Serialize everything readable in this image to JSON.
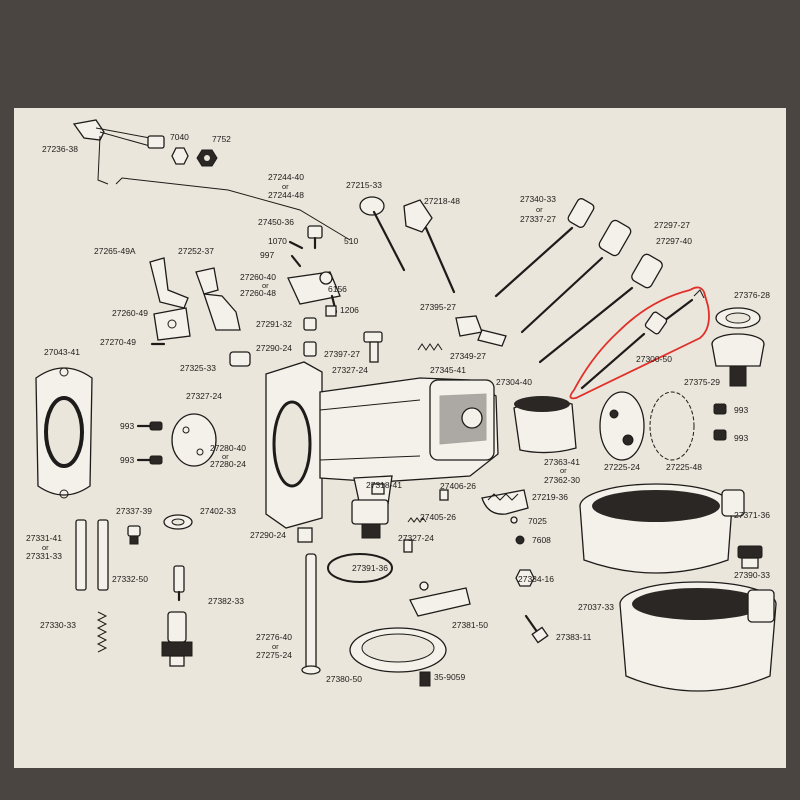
{
  "colors": {
    "paper": "#ebe6dc",
    "ink": "#1e1c1a",
    "highlight": "#e0302a",
    "surround": "#4a4540"
  },
  "labels": [
    {
      "id": "27236-38",
      "text": "27236-38"
    },
    {
      "id": "7040",
      "text": "7040"
    },
    {
      "id": "7752",
      "text": "7752"
    },
    {
      "id": "27244-40",
      "text": "27244-40"
    },
    {
      "id": "27244-48",
      "text": "27244-48"
    },
    {
      "id": "27215-33",
      "text": "27215-33"
    },
    {
      "id": "27218-48",
      "text": "27218-48"
    },
    {
      "id": "27340-33",
      "text": "27340-33"
    },
    {
      "id": "27337-27",
      "text": "27337-27"
    },
    {
      "id": "27297-27",
      "text": "27297-27"
    },
    {
      "id": "27297-40",
      "text": "27297-40"
    },
    {
      "id": "27450-36",
      "text": "27450-36"
    },
    {
      "id": "1070",
      "text": "1070"
    },
    {
      "id": "510",
      "text": "510"
    },
    {
      "id": "997",
      "text": "997"
    },
    {
      "id": "27265-49A",
      "text": "27265-49A"
    },
    {
      "id": "27252-37",
      "text": "27252-37"
    },
    {
      "id": "27260-40",
      "text": "27260-40"
    },
    {
      "id": "27260-48",
      "text": "27260-48"
    },
    {
      "id": "6156",
      "text": "6156"
    },
    {
      "id": "27376-28",
      "text": "27376-28"
    },
    {
      "id": "27395-27",
      "text": "27395-27"
    },
    {
      "id": "1206",
      "text": "1206"
    },
    {
      "id": "27260-49",
      "text": "27260-49"
    },
    {
      "id": "27291-32",
      "text": "27291-32"
    },
    {
      "id": "27270-49",
      "text": "27270-49"
    },
    {
      "id": "27290-24a",
      "text": "27290-24"
    },
    {
      "id": "27397-27",
      "text": "27397-27"
    },
    {
      "id": "27349-27",
      "text": "27349-27"
    },
    {
      "id": "27300-50",
      "text": "27300-50"
    },
    {
      "id": "27043-41",
      "text": "27043-41"
    },
    {
      "id": "27325-33",
      "text": "27325-33"
    },
    {
      "id": "27327-24a",
      "text": "27327-24"
    },
    {
      "id": "27345-41",
      "text": "27345-41"
    },
    {
      "id": "27304-40",
      "text": "27304-40"
    },
    {
      "id": "27375-29",
      "text": "27375-29"
    },
    {
      "id": "27327-24b",
      "text": "27327-24"
    },
    {
      "id": "993a",
      "text": "993"
    },
    {
      "id": "993b",
      "text": "993"
    },
    {
      "id": "993c",
      "text": "993"
    },
    {
      "id": "993d",
      "text": "993"
    },
    {
      "id": "27280-40",
      "text": "27280-40"
    },
    {
      "id": "27280-24",
      "text": "27280-24"
    },
    {
      "id": "27363-41",
      "text": "27363-41"
    },
    {
      "id": "27362-30",
      "text": "27362-30"
    },
    {
      "id": "27225-24",
      "text": "27225-24"
    },
    {
      "id": "27225-48",
      "text": "27225-48"
    },
    {
      "id": "27318-41",
      "text": "27318-41"
    },
    {
      "id": "27406-26",
      "text": "27406-26"
    },
    {
      "id": "27219-36",
      "text": "27219-36"
    },
    {
      "id": "27337-39",
      "text": "27337-39"
    },
    {
      "id": "27402-33",
      "text": "27402-33"
    },
    {
      "id": "27405-26",
      "text": "27405-26"
    },
    {
      "id": "27371-36",
      "text": "27371-36"
    },
    {
      "id": "7025",
      "text": "7025"
    },
    {
      "id": "27331-41",
      "text": "27331-41"
    },
    {
      "id": "27331-33",
      "text": "27331-33"
    },
    {
      "id": "27290-24b",
      "text": "27290-24"
    },
    {
      "id": "27327-24c",
      "text": "27327-24"
    },
    {
      "id": "7608",
      "text": "7608"
    },
    {
      "id": "27332-50",
      "text": "27332-50"
    },
    {
      "id": "27391-36",
      "text": "27391-36"
    },
    {
      "id": "27334-16",
      "text": "27334-16"
    },
    {
      "id": "27390-33",
      "text": "27390-33"
    },
    {
      "id": "27382-33",
      "text": "27382-33"
    },
    {
      "id": "27037-33",
      "text": "27037-33"
    },
    {
      "id": "27330-33",
      "text": "27330-33"
    },
    {
      "id": "27381-50",
      "text": "27381-50"
    },
    {
      "id": "27383-11",
      "text": "27383-11"
    },
    {
      "id": "27276-40",
      "text": "27276-40"
    },
    {
      "id": "27275-24",
      "text": "27275-24"
    },
    {
      "id": "27380-50",
      "text": "27380-50"
    },
    {
      "id": "35-9059",
      "text": "35-9059"
    }
  ],
  "or_word": "or"
}
